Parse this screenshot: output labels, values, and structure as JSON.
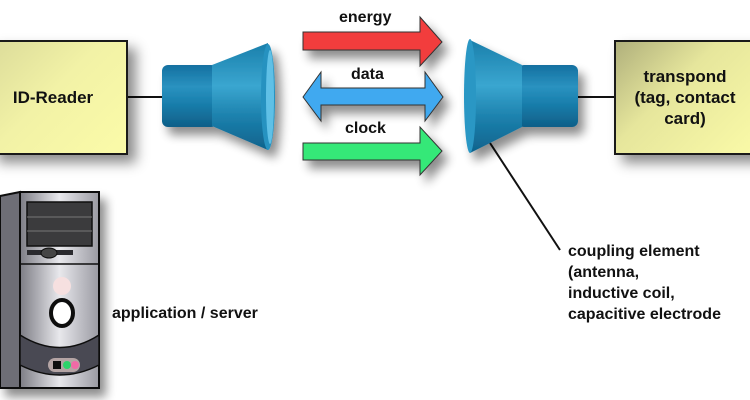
{
  "reader": {
    "label": "ID-Reader"
  },
  "transponder": {
    "line1": "transpond",
    "line2": "(tag, contact",
    "line3": "card)"
  },
  "arrows": [
    {
      "label": "energy",
      "direction": "right",
      "color": "#f23c3c"
    },
    {
      "label": "data",
      "direction": "both",
      "color": "#3fa9f0"
    },
    {
      "label": "clock",
      "direction": "right",
      "color": "#35e878"
    }
  ],
  "coupling": {
    "line1": "coupling element",
    "line2": "(antenna,",
    "line3": "inductive coil,",
    "line4": "capacitive electrode"
  },
  "computer": {
    "label": "application / server"
  },
  "colors": {
    "coupler": "#1b7fa8",
    "box": "#f2f2a6"
  }
}
